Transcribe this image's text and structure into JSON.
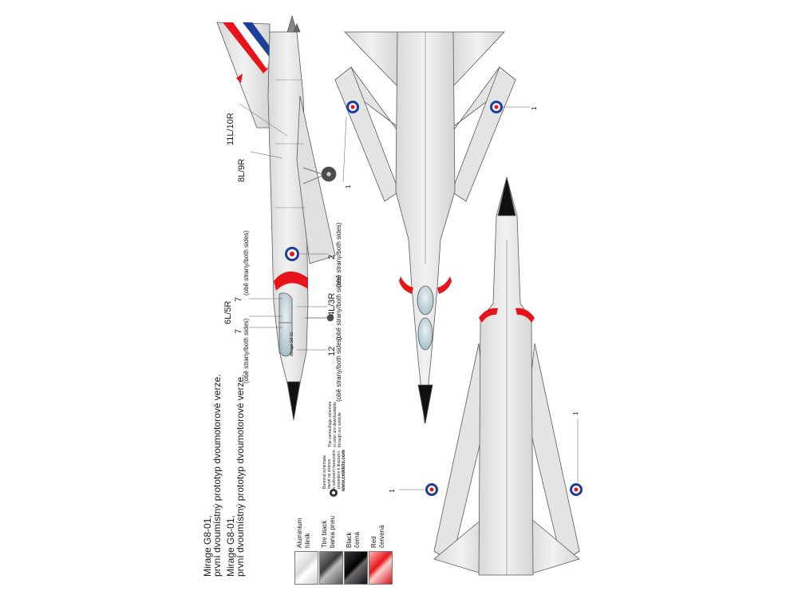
{
  "title": {
    "line1": "Mirage G8-01,",
    "line2": "první dvoumístný prototyp dvoumotorové verze.",
    "line3": "Mirage G8-01,",
    "line4": "první dvoumístný prototyp dvoumotorové verze."
  },
  "callouts": {
    "c11L10R": "11L/10R",
    "c8L9R": "8L/9R",
    "c2": "2",
    "c2_note": "(obě strany/both sides)",
    "c7a": "7",
    "c7a_note": "(obě strany/both sides)",
    "c6L5R": "6L/5R",
    "c4L3R": "4L/3R",
    "c4L3R_note": "(obě strany/both sides)",
    "c7b": "7",
    "c7b_note": "(obě strany/both sides)",
    "c12": "12",
    "c12_note": "(obě strany/both sides)",
    "c1_top_left": "1",
    "c1_top_right": "1",
    "c1_bot_left": "1",
    "c1_bot_right": "1",
    "nose_text": "Mirage G8 01"
  },
  "notice": {
    "line1": "Barevná schémata",
    "line2": "barvě na stránce",
    "line3": "v celkovém barevném",
    "line4": "provedení k dispozici",
    "line5": "The camouflage schemes",
    "line6": "in color are downloadable",
    "line7": "through our website",
    "url": "www.cmkkits.com"
  },
  "legend": [
    {
      "en": "Aluminium",
      "cz": "hliník",
      "swatch": "aluminium"
    },
    {
      "en": "Tire black",
      "cz": "barva pneu",
      "swatch": "tire-black"
    },
    {
      "en": "Black",
      "cz": "černá",
      "swatch": "black"
    },
    {
      "en": "Red",
      "cz": "červená",
      "swatch": "red"
    }
  ],
  "colors": {
    "aluminium": "#e6e6e6",
    "tire_black": "#4a4a4a",
    "black": "#111111",
    "red": "#e8141c",
    "roundel_blue": "#1d3f9a",
    "roundel_white": "#ffffff",
    "roundel_red": "#e8141c",
    "outline": "#5a5a5a"
  },
  "icons": [
    "roundel-icon",
    "info-icon"
  ]
}
